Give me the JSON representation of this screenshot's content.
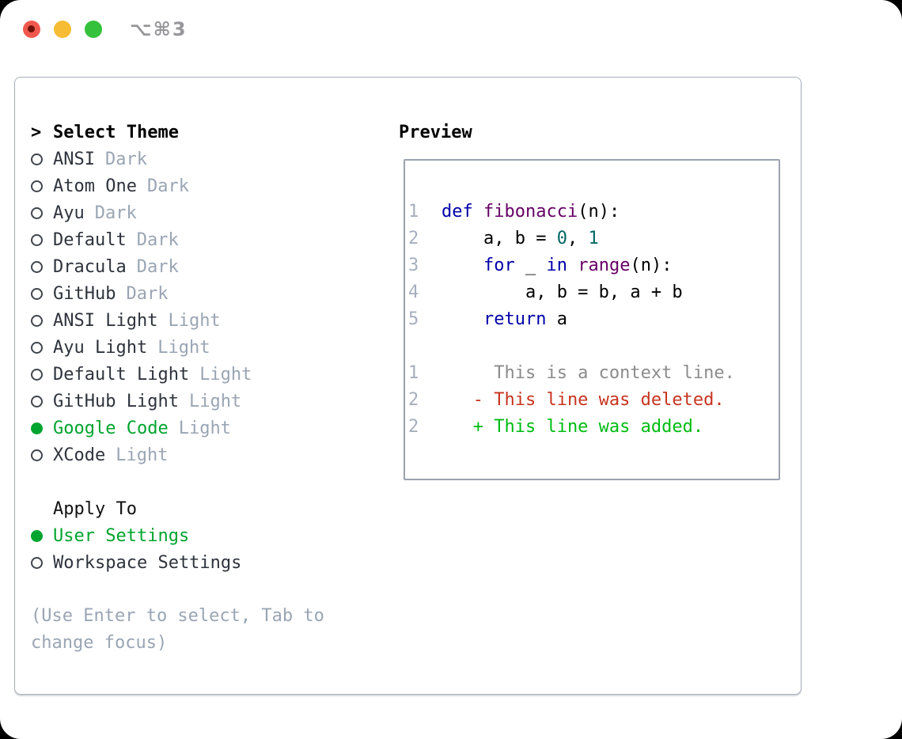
{
  "window": {
    "title": "⌥⌘3"
  },
  "titlebar": {
    "traffic_lights": [
      {
        "icon": "close-icon",
        "color": "#f0584e"
      },
      {
        "icon": "minimize-icon",
        "color": "#f6bc33"
      },
      {
        "icon": "zoom-icon",
        "color": "#35c13c"
      }
    ]
  },
  "theme_selector": {
    "header_prefix": ">",
    "header": "Select Theme",
    "items": [
      {
        "name": "ANSI",
        "variant": "Dark",
        "selected": false
      },
      {
        "name": "Atom One",
        "variant": "Dark",
        "selected": false
      },
      {
        "name": "Ayu",
        "variant": "Dark",
        "selected": false
      },
      {
        "name": "Default",
        "variant": "Dark",
        "selected": false
      },
      {
        "name": "Dracula",
        "variant": "Dark",
        "selected": false
      },
      {
        "name": "GitHub",
        "variant": "Dark",
        "selected": false
      },
      {
        "name": "ANSI Light",
        "variant": "Light",
        "selected": false
      },
      {
        "name": "Ayu Light",
        "variant": "Light",
        "selected": false
      },
      {
        "name": "Default Light",
        "variant": "Light",
        "selected": false
      },
      {
        "name": "GitHub Light",
        "variant": "Light",
        "selected": false
      },
      {
        "name": "Google Code",
        "variant": "Light",
        "selected": true
      },
      {
        "name": "XCode",
        "variant": "Light",
        "selected": false
      }
    ]
  },
  "apply_to": {
    "header": "Apply To",
    "items": [
      {
        "name": "User Settings",
        "selected": true
      },
      {
        "name": "Workspace Settings",
        "selected": false
      }
    ]
  },
  "help_text": "(Use Enter to select, Tab to change focus)",
  "preview": {
    "title": "Preview",
    "code_lines": [
      {
        "num": "1",
        "tokens": [
          {
            "t": "def",
            "c": "kwd"
          },
          {
            "t": " ",
            "c": "pln"
          },
          {
            "t": "fibonacci",
            "c": "typ"
          },
          {
            "t": "(n):",
            "c": "pln"
          }
        ]
      },
      {
        "num": "2",
        "tokens": [
          {
            "t": "    a, b = ",
            "c": "pln"
          },
          {
            "t": "0",
            "c": "lit"
          },
          {
            "t": ", ",
            "c": "pln"
          },
          {
            "t": "1",
            "c": "lit"
          }
        ]
      },
      {
        "num": "3",
        "tokens": [
          {
            "t": "    ",
            "c": "pln"
          },
          {
            "t": "for",
            "c": "kwd"
          },
          {
            "t": " _ ",
            "c": "pln"
          },
          {
            "t": "in",
            "c": "kwd"
          },
          {
            "t": " ",
            "c": "pln"
          },
          {
            "t": "range",
            "c": "typ"
          },
          {
            "t": "(n):",
            "c": "pln"
          }
        ]
      },
      {
        "num": "4",
        "tokens": [
          {
            "t": "        a, b = b, a + b",
            "c": "pln"
          }
        ]
      },
      {
        "num": "5",
        "tokens": [
          {
            "t": "    ",
            "c": "pln"
          },
          {
            "t": "return",
            "c": "kwd"
          },
          {
            "t": " a",
            "c": "pln"
          }
        ]
      }
    ],
    "diff_lines": [
      {
        "num": "1",
        "type": "context",
        "marker": "",
        "text": "This is a context line."
      },
      {
        "num": "2",
        "type": "deleted",
        "marker": "-",
        "text": "This line was deleted."
      },
      {
        "num": "2",
        "type": "added",
        "marker": "+",
        "text": "This line was added."
      }
    ]
  },
  "colors": {
    "accent_green": "#00a42e",
    "diff_deleted_red": "#c7341f",
    "diff_added_green": "#00bc13",
    "keyword_blue": "#0000a8",
    "type_purple": "#660066",
    "literal_teal": "#006666",
    "muted_gray": "#9aa5b4",
    "line_number_gray": "#a6aebe",
    "panel_border_gray": "#a8aeba"
  }
}
